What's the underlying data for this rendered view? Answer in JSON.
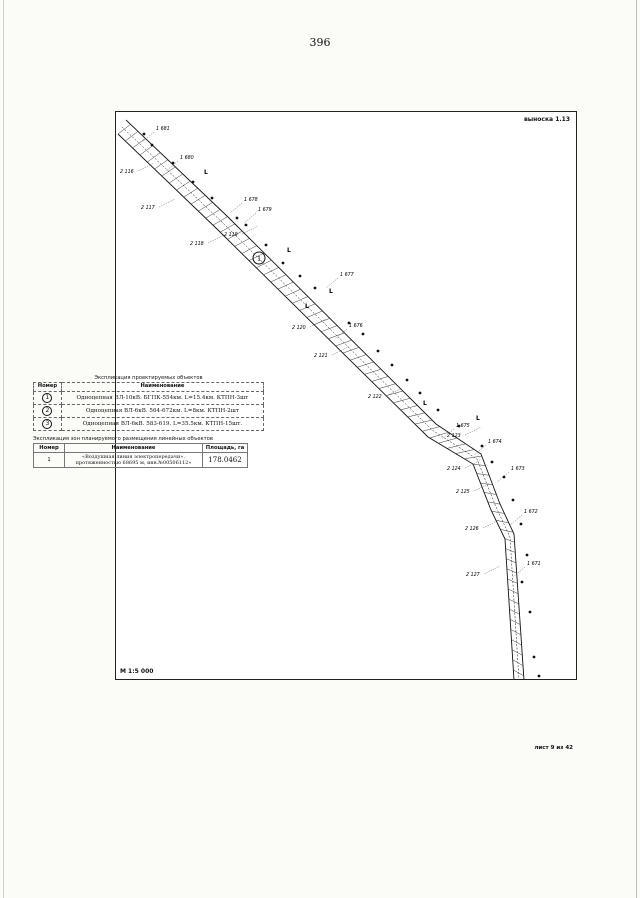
{
  "page_number": "396",
  "callout_title": "выноска 1.13",
  "scale": "M 1:5 000",
  "sheet": "лист 9 из 42",
  "points": {
    "top": [
      "1 681",
      "1 680",
      "1 679",
      "1 678",
      "1 677",
      "1 676",
      "1 675",
      "1 674",
      "1 673",
      "1 672",
      "1 671"
    ],
    "bottom": [
      "2 116",
      "2 117",
      "2 118",
      "2 119",
      "2 120",
      "2 121",
      "2 122",
      "2 123",
      "2 124",
      "2 125",
      "2 126",
      "2 127"
    ]
  },
  "markers": {
    "number": "1",
    "letter": "L"
  },
  "explication_projected": {
    "title": "Экспликация проектируемых объектов",
    "headers": [
      "Номер",
      "Наименование"
    ],
    "rows": [
      {
        "num": "1",
        "name": "Одноцепная ВЛ-10кВ. БГПК-554км. L=15.4км. КТПН-3шт"
      },
      {
        "num": "2",
        "name": "Одноцепная ВЛ-6кВ. 564-672км. L=8км. КТПН-2шт"
      },
      {
        "num": "3",
        "name": "Одноцепная ВЛ-6кВ. 583-619. L=35.5км. КТПН-15шт."
      }
    ]
  },
  "explication_zones": {
    "title": "Экспликация зон планируемого размещения линейных объектов",
    "headers": [
      "Номер",
      "Наименование",
      "Площадь, га"
    ],
    "rows": [
      {
        "num": "1",
        "name_line1": "«Воздушная линия электропередачи»,",
        "name_line2": "протяженностью 68695 м, инв.№00506112»",
        "area": "178.0462"
      }
    ]
  }
}
